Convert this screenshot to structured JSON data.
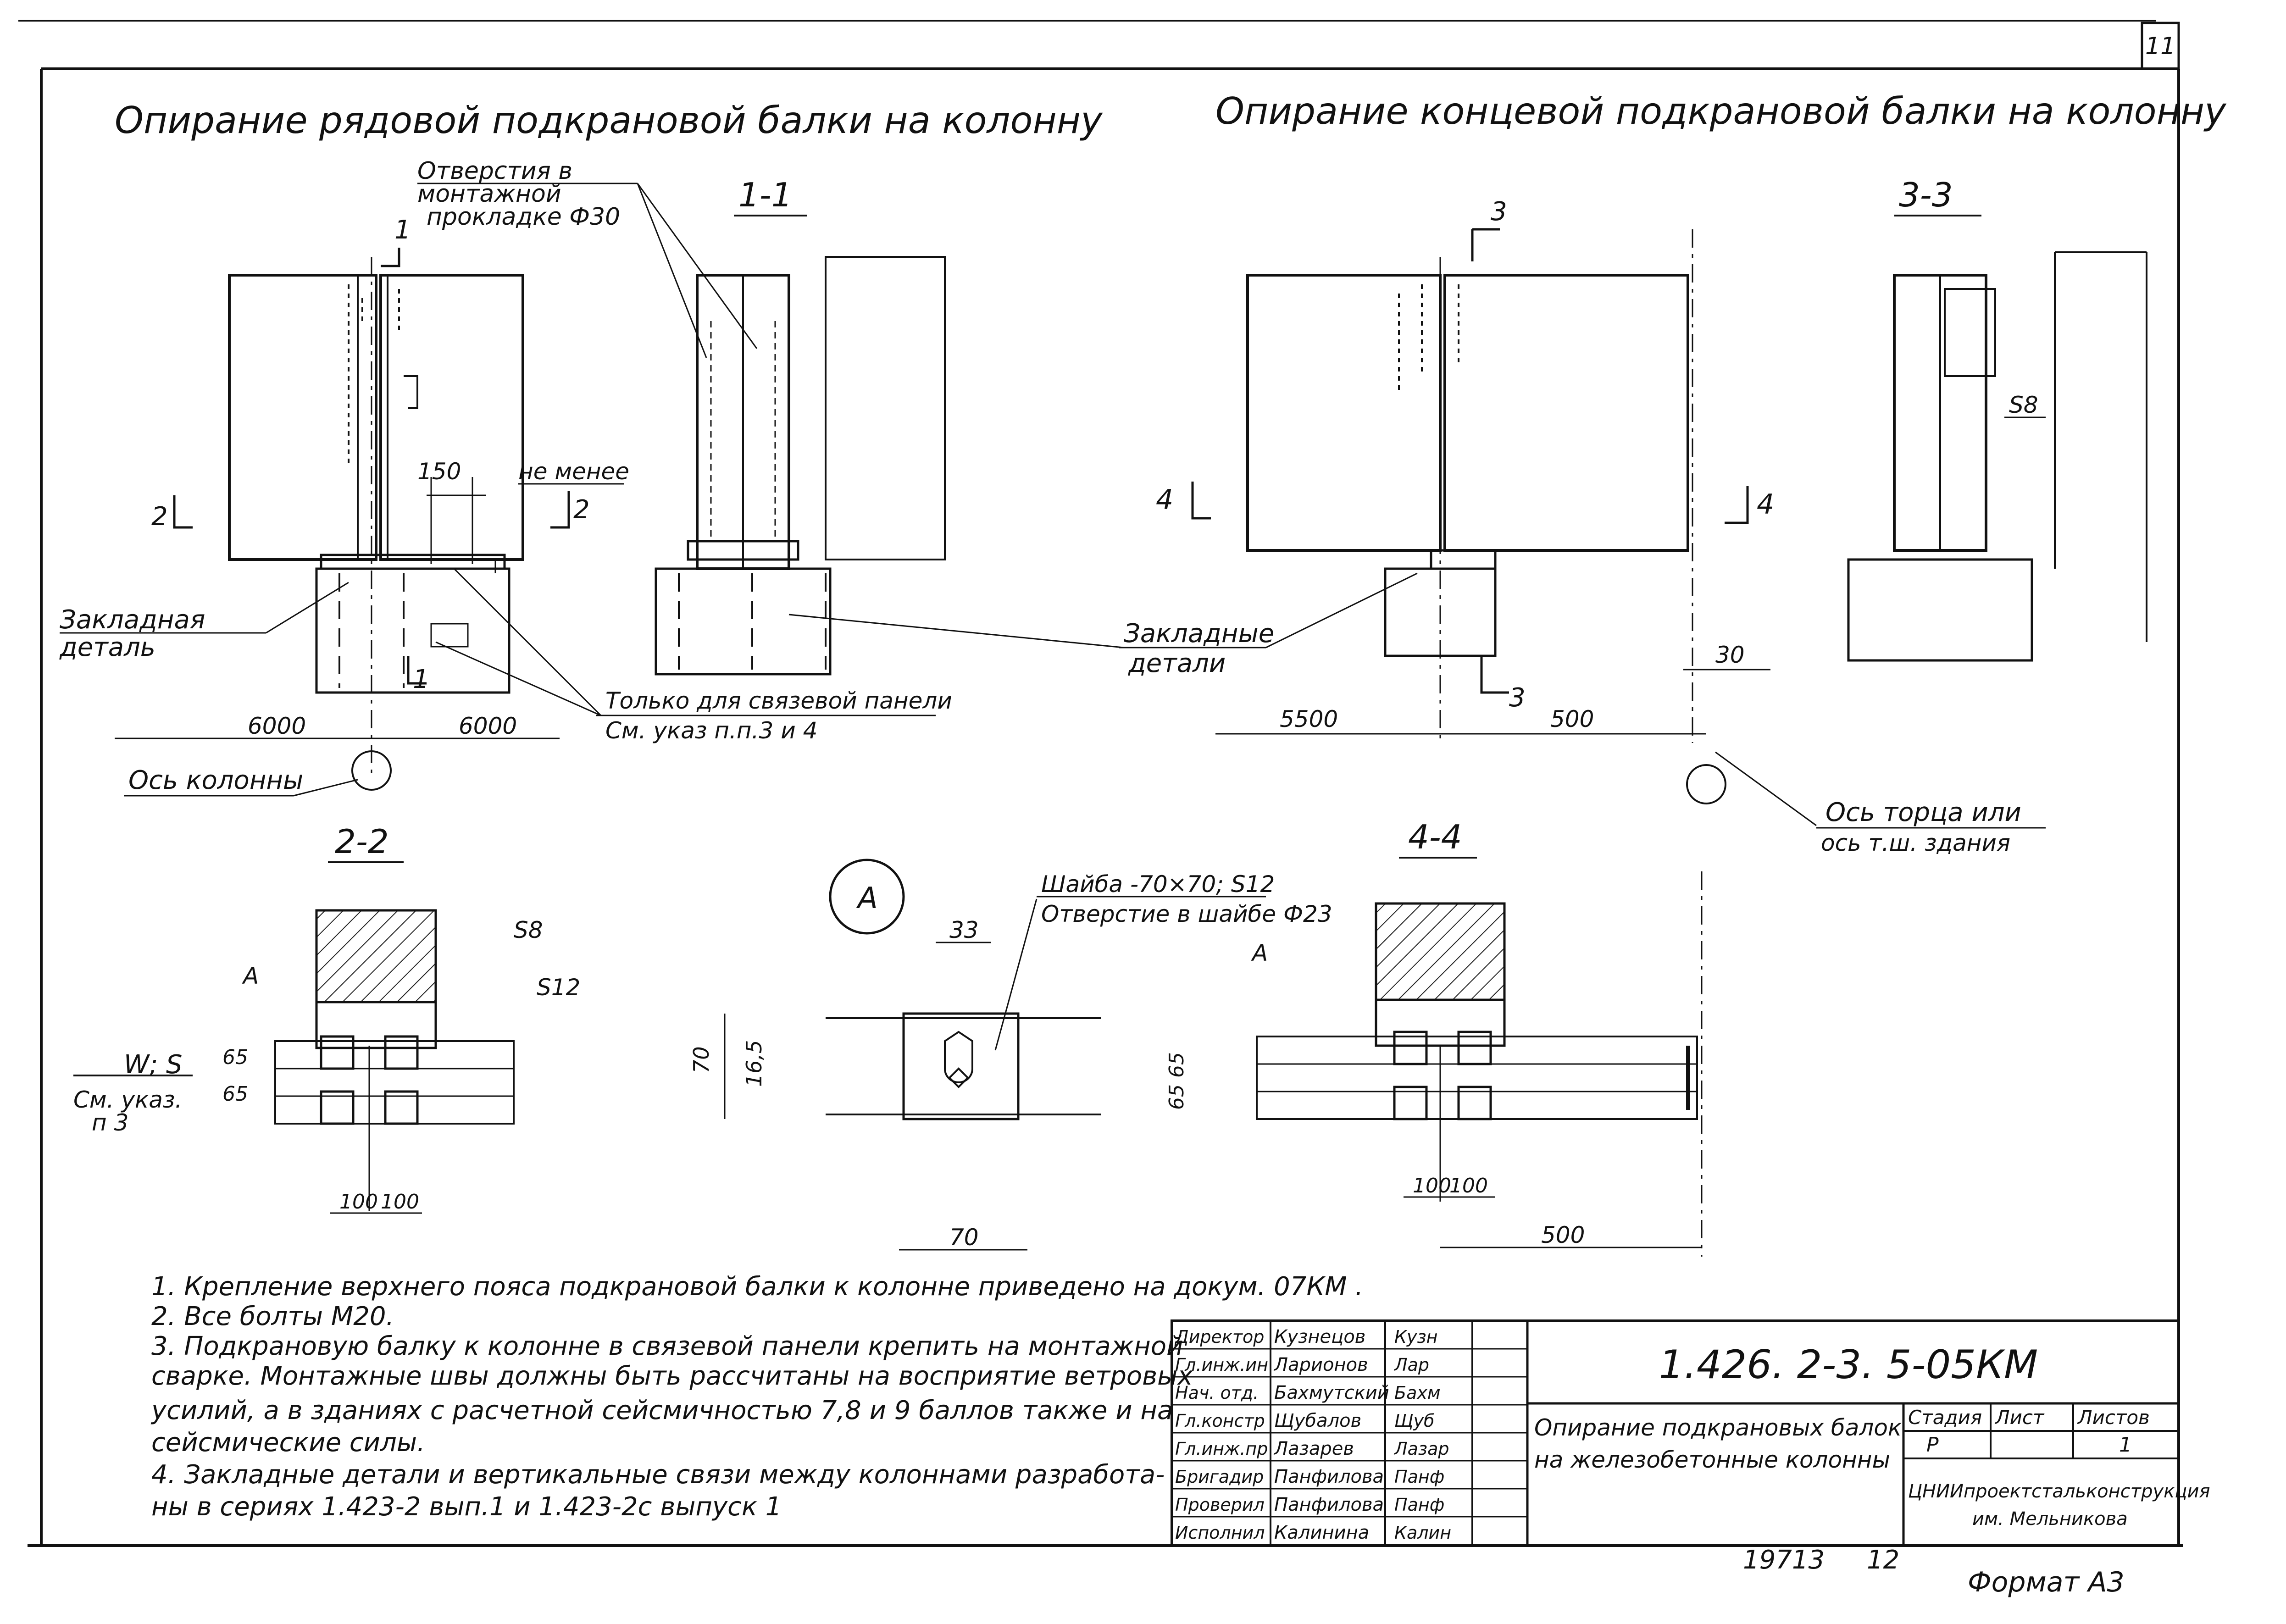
{
  "sheet": {
    "corner_number": "11",
    "format_label": "Формат А3",
    "inventory_number": "19713",
    "inventory_suffix": "12"
  },
  "titles": {
    "left": "Опирание рядовой подкрановой балки на колонну",
    "right": "Опирание концевой подкрановой балки на колонну"
  },
  "sections": {
    "s1": "1-1",
    "s3": "3-3",
    "s22": "2-2",
    "s44": "4-4",
    "cut1": "1",
    "cut2": "2",
    "cut3": "3",
    "cut4": "4",
    "callout_a": "А"
  },
  "labels": {
    "holes_line1": "Отверстия в",
    "holes_line2": "монтажной",
    "holes_line3": "прокладке Ф30",
    "dim_150": "150",
    "not_less": "не менее",
    "embedded_part_1": "Закладная",
    "embedded_part_2": "деталь",
    "embedded_parts_1": "Закладные",
    "embedded_parts_2": "детали",
    "only_bracing_1": "Только для связевой панели",
    "only_bracing_2": "См. указ п.п.3 и 4",
    "dim_6000_l": "6000",
    "dim_6000_r": "6000",
    "column_axis": "Ось колонны",
    "dim_5500": "5500",
    "dim_500_top": "500",
    "dim_30": "30",
    "end_axis_1": "Ось торца или",
    "end_axis_2": "ось т.ш. здания",
    "s8_a": "S8",
    "s8_b": "S8",
    "s12": "S12",
    "a_22": "А",
    "a_44": "А",
    "wind": "W; S",
    "see_ref_1": "См. указ.",
    "see_ref_2": "п 3",
    "dim_65a": "65",
    "dim_65b": "65",
    "dim_100a": "100",
    "dim_100b": "100",
    "washer_1": "Шайба -70×70; S12",
    "washer_2": "Отверстие в шайбе Ф23",
    "dim_33": "33",
    "dim_70v": "70",
    "dim_165": "16,5",
    "dim_70h": "70",
    "dim_6565": "65 65",
    "dim_100c": "100",
    "dim_100d": "100",
    "dim_500_bottom": "500"
  },
  "notes": [
    "1. Крепление верхнего пояса подкрановой балки к колонне приведено на докум. 07КМ .",
    "2. Все болты М20.",
    "3. Подкрановую балку к колонне в связевой панели крепить на монтажной",
    "сварке. Монтажные швы должны быть рассчитаны на восприятие ветровых",
    "усилий, а в зданиях с расчетной сейсмичностью 7,8 и 9 баллов также и на",
    "сейсмические силы.",
    "4. Закладные детали и вертикальные связи между колоннами разработа-",
    "ны в сериях 1.423-2 вып.1 и 1.423-2с выпуск 1"
  ],
  "title_block": {
    "signatures": [
      {
        "role": "Директор",
        "name": "Кузнецов",
        "sign": "Кузн"
      },
      {
        "role": "Гл.инж.ин",
        "name": "Ларионов",
        "sign": "Лар"
      },
      {
        "role": "Нач. отд.",
        "name": "Бахмутский",
        "sign": "Бахм"
      },
      {
        "role": "Гл.констр",
        "name": "Щубалов",
        "sign": "Щуб"
      },
      {
        "role": "Гл.инж.пр",
        "name": "Лазарев",
        "sign": "Лазар"
      },
      {
        "role": "Бригадир",
        "name": "Панфилова",
        "sign": "Панф"
      },
      {
        "role": "Проверил",
        "name": "Панфилова",
        "sign": "Панф"
      },
      {
        "role": "Исполнил",
        "name": "Калинина",
        "sign": "Калин"
      }
    ],
    "code": "1.426. 2-3. 5-05КМ",
    "description_1": "Опирание подкрановых балок",
    "description_2": "на железобетонные колонны",
    "stage_label": "Стадия",
    "sheet_label": "Лист",
    "sheets_label": "Листов",
    "stage_value": "Р",
    "sheets_value": "1",
    "org_1": "ЦНИИпроектстальконструкция",
    "org_2": "им. Мельникова"
  }
}
